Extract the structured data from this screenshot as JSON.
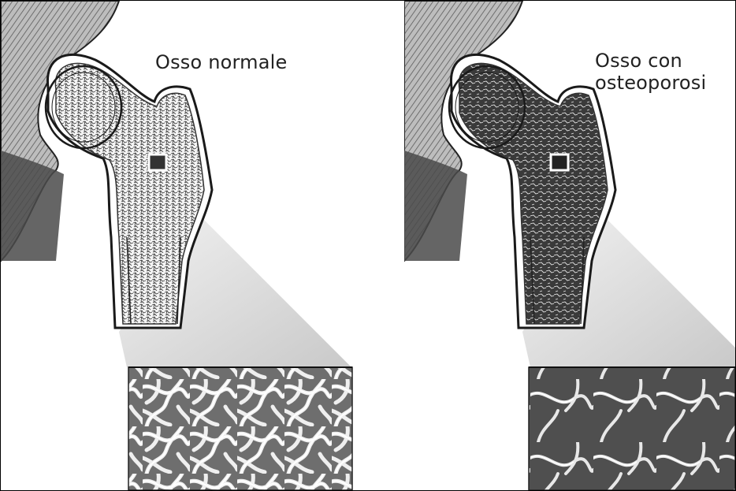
{
  "panels": {
    "normal": {
      "caption": "Osso normale"
    },
    "osteoporosis": {
      "caption_line1": "Osso con",
      "caption_line2": "osteoporosi"
    }
  }
}
